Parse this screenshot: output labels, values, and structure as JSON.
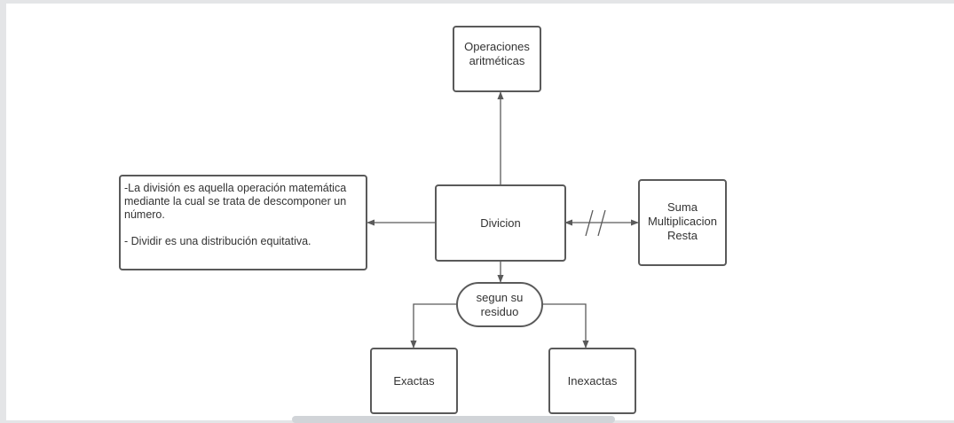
{
  "diagram": {
    "nodes": {
      "operaciones": "Operaciones\naritméticas",
      "definicion": "-La división es aquella operación matemática mediante la cual se trata de descomponer un número.\n\n- Dividir es una distribución equitativa.",
      "divicion": "Divicion",
      "otras": "Suma\nMultiplicacion\nResta",
      "segun": "segun su\nresiduo",
      "exactas": "Exactas",
      "inexactas": "Inexactas"
    },
    "edges": [
      {
        "from": "divicion",
        "to": "operaciones",
        "arrow": "end"
      },
      {
        "from": "divicion",
        "to": "definicion",
        "arrow": "end"
      },
      {
        "from": "divicion",
        "to": "otras",
        "arrow": "both",
        "marker": "double-slash"
      },
      {
        "from": "divicion",
        "to": "segun",
        "arrow": "end"
      },
      {
        "from": "segun",
        "to": "exactas",
        "arrow": "end"
      },
      {
        "from": "segun",
        "to": "inexactas",
        "arrow": "end"
      }
    ],
    "colors": {
      "stroke": "#5a5a5a",
      "text": "#333333",
      "background": "#ffffff",
      "frame": "#e4e5e7"
    }
  }
}
